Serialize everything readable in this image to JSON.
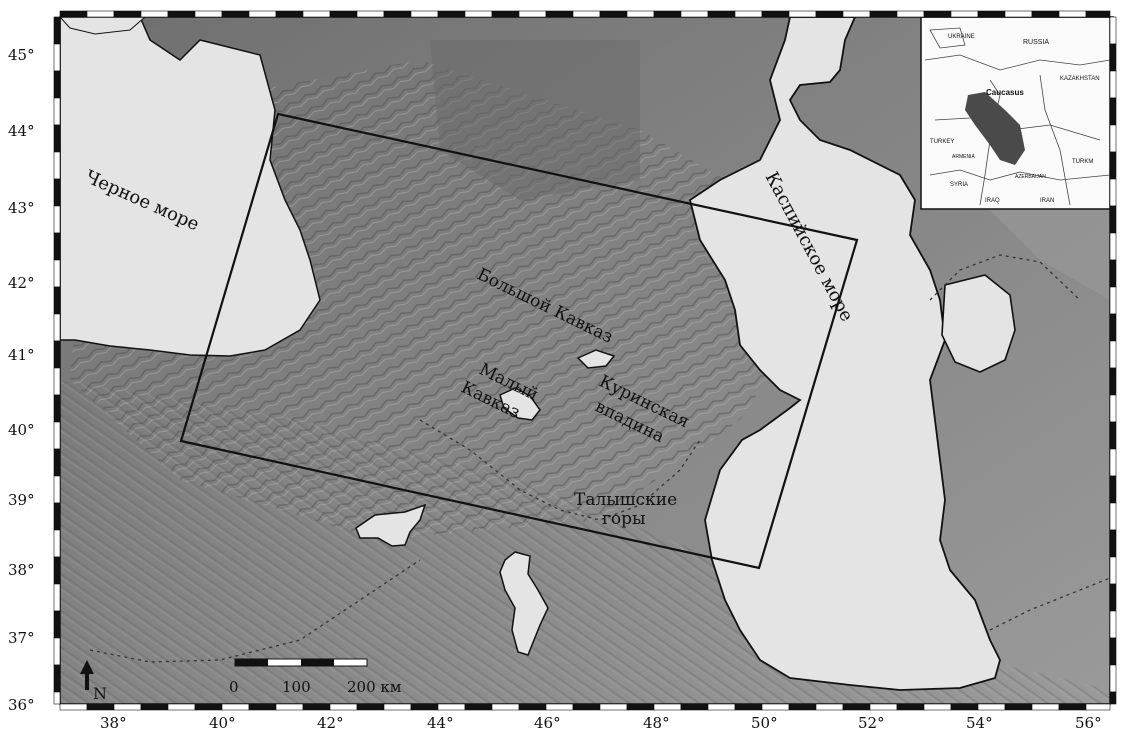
{
  "map": {
    "lat_ticks": [
      "45°",
      "44°",
      "43°",
      "42°",
      "41°",
      "40°",
      "39°",
      "38°",
      "37°",
      "36°"
    ],
    "lon_ticks": [
      "38°",
      "40°",
      "42°",
      "44°",
      "46°",
      "48°",
      "50°",
      "52°",
      "54°",
      "56°"
    ],
    "place_labels": {
      "black_sea": "Черное море",
      "caspian_sea": "Каспийское море",
      "greater_caucasus": "Большой Кавказ",
      "lesser_caucasus_1": "Малый",
      "lesser_caucasus_2": "Кавказ",
      "kura_1": "Куринская",
      "kura_2": "впадина",
      "talysh_1": "Талышские",
      "talysh_2": "горы"
    },
    "north_label": "N",
    "scale_bar": {
      "labels": [
        "0",
        "100",
        "200 км"
      ]
    }
  },
  "inset": {
    "labels": {
      "russia": "RUSSIA",
      "ukraine": "UKRAINE",
      "kazakhstan": "KAZAKHSTAN",
      "caucasus": "Caucasus",
      "turkey": "TURKEY",
      "syria": "SYRIA",
      "iraq": "IRAQ",
      "iran": "IRAN",
      "turkmenistan": "TURKM",
      "azerbaijan": "AZERBAIJAN",
      "armenia": "ARMENIA"
    }
  },
  "colors": {
    "sea": "#e4e4e4",
    "land_low": "#7a7a7a",
    "frame": "#111111"
  }
}
